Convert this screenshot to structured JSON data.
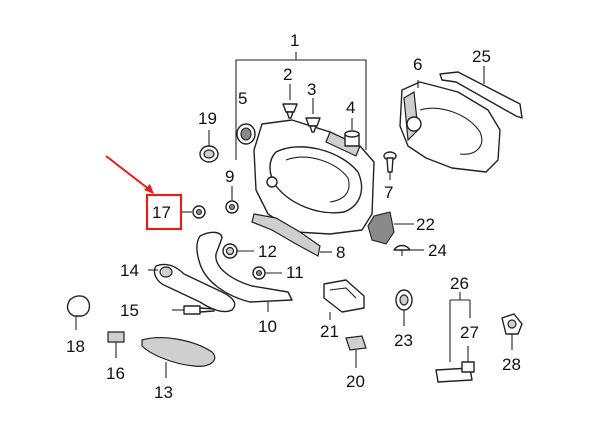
{
  "callouts": [
    "1",
    "2",
    "3",
    "4",
    "5",
    "6",
    "7",
    "8",
    "9",
    "10",
    "11",
    "12",
    "13",
    "14",
    "15",
    "16",
    "17",
    "18",
    "19",
    "20",
    "21",
    "22",
    "23",
    "24",
    "25",
    "26",
    "27",
    "28"
  ],
  "colors": {
    "highlight": "#e0201c",
    "ink": "#222222"
  }
}
